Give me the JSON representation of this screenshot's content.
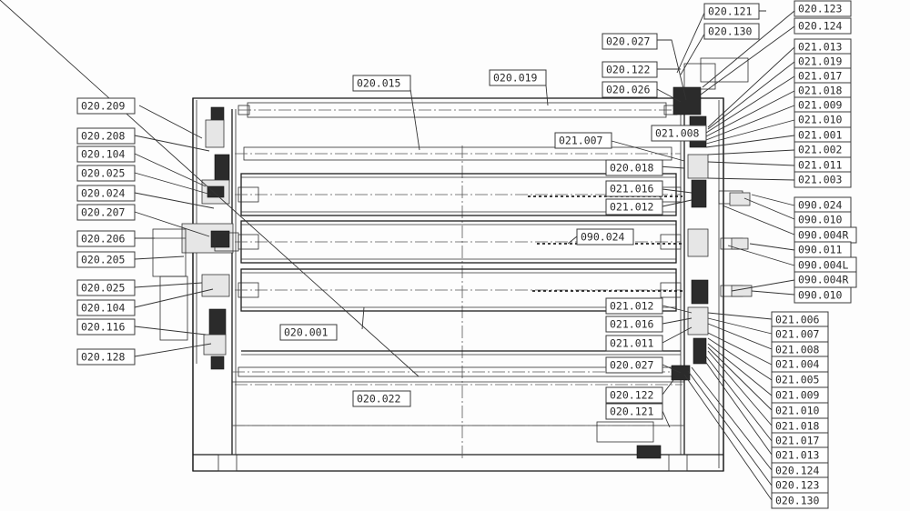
{
  "labels": [
    {
      "id": "l1",
      "text": "020.121"
    },
    {
      "id": "l2",
      "text": "020.130"
    },
    {
      "id": "l3",
      "text": "020.027"
    },
    {
      "id": "l4",
      "text": "020.122"
    },
    {
      "id": "l5",
      "text": "020.026"
    },
    {
      "id": "l6",
      "text": "020.019"
    },
    {
      "id": "l7",
      "text": "020.015"
    },
    {
      "id": "l8",
      "text": "020.209"
    },
    {
      "id": "l9",
      "text": "020.208"
    },
    {
      "id": "l10",
      "text": "020.104"
    },
    {
      "id": "l11",
      "text": "020.025"
    },
    {
      "id": "l12",
      "text": "020.024"
    },
    {
      "id": "l13",
      "text": "020.207"
    },
    {
      "id": "l14",
      "text": "020.206"
    },
    {
      "id": "l15",
      "text": "020.205"
    },
    {
      "id": "l16",
      "text": "020.025"
    },
    {
      "id": "l17",
      "text": "020.104"
    },
    {
      "id": "l18",
      "text": "020.116"
    },
    {
      "id": "l19",
      "text": "020.128"
    },
    {
      "id": "l20",
      "text": "021.007"
    },
    {
      "id": "l21",
      "text": "021.008"
    },
    {
      "id": "l22",
      "text": "020.018"
    },
    {
      "id": "l23",
      "text": "021.016"
    },
    {
      "id": "l24",
      "text": "021.012"
    },
    {
      "id": "l25",
      "text": "090.024"
    },
    {
      "id": "l26",
      "text": "020.001"
    },
    {
      "id": "l27",
      "text": "021.012"
    },
    {
      "id": "l28",
      "text": "021.016"
    },
    {
      "id": "l29",
      "text": "021.011"
    },
    {
      "id": "l30",
      "text": "020.027"
    },
    {
      "id": "l31",
      "text": "020.022"
    },
    {
      "id": "l32",
      "text": "020.122"
    },
    {
      "id": "l33",
      "text": "020.121"
    },
    {
      "id": "r1",
      "text": "020.123"
    },
    {
      "id": "r2",
      "text": "020.124"
    },
    {
      "id": "r3",
      "text": "021.013"
    },
    {
      "id": "r4",
      "text": "021.019"
    },
    {
      "id": "r5",
      "text": "021.017"
    },
    {
      "id": "r6",
      "text": "021.018"
    },
    {
      "id": "r7",
      "text": "021.009"
    },
    {
      "id": "r8",
      "text": "021.010"
    },
    {
      "id": "r9",
      "text": "021.001"
    },
    {
      "id": "r10",
      "text": "021.002"
    },
    {
      "id": "r11",
      "text": "021.011"
    },
    {
      "id": "r12",
      "text": "021.003"
    },
    {
      "id": "r13",
      "text": "090.024"
    },
    {
      "id": "r14",
      "text": "090.010"
    },
    {
      "id": "r15",
      "text": "090.004R"
    },
    {
      "id": "r16",
      "text": "090.011"
    },
    {
      "id": "r17",
      "text": "090.004L"
    },
    {
      "id": "r18",
      "text": "090.004R"
    },
    {
      "id": "r19",
      "text": "090.010"
    },
    {
      "id": "r20",
      "text": "021.006"
    },
    {
      "id": "r21",
      "text": "021.007"
    },
    {
      "id": "r22",
      "text": "021.008"
    },
    {
      "id": "r23",
      "text": "021.004"
    },
    {
      "id": "r24",
      "text": "021.005"
    },
    {
      "id": "r25",
      "text": "021.009"
    },
    {
      "id": "r26",
      "text": "021.010"
    },
    {
      "id": "r27",
      "text": "021.018"
    },
    {
      "id": "r28",
      "text": "021.017"
    },
    {
      "id": "r29",
      "text": "021.013"
    },
    {
      "id": "r30",
      "text": "020.124"
    },
    {
      "id": "r31",
      "text": "020.123"
    },
    {
      "id": "r32",
      "text": "020.130"
    }
  ]
}
